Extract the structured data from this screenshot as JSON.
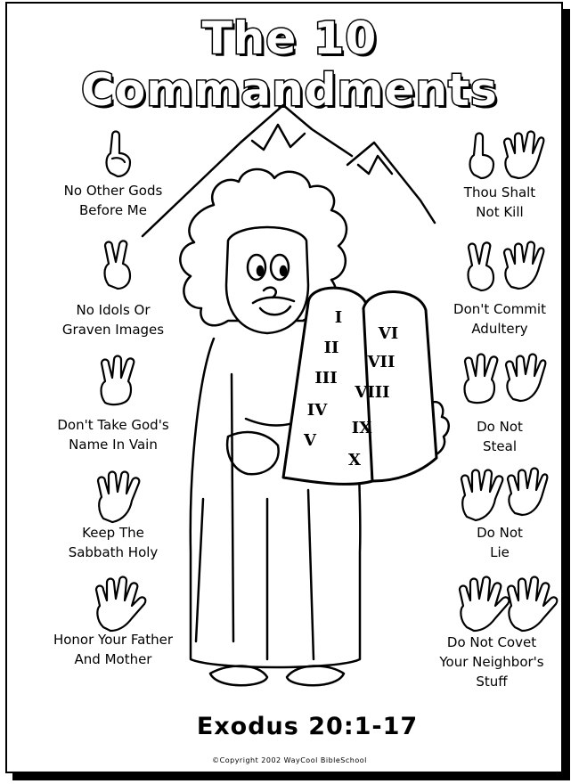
{
  "title": "The 10 Commandments",
  "left_commandments": [
    {
      "line1": "No Other Gods",
      "line2": "Before Me",
      "fingers": "one finger",
      "hand_icon": "one-finger-hand-icon"
    },
    {
      "line1": "No Idols Or",
      "line2": "Graven Images",
      "fingers": "two fingers",
      "hand_icon": "two-finger-hand-icon"
    },
    {
      "line1": "Don't Take God's",
      "line2": "Name In Vain",
      "fingers": "three fingers",
      "hand_icon": "three-finger-hand-icon"
    },
    {
      "line1": "Keep The",
      "line2": "Sabbath Holy",
      "fingers": "four fingers",
      "hand_icon": "four-finger-hand-icon"
    },
    {
      "line1": "Honor Your Father",
      "line2": "And Mother",
      "fingers": "five fingers",
      "hand_icon": "open-hand-icon"
    }
  ],
  "right_commandments": [
    {
      "line1": "Thou Shalt",
      "line2": "Not Kill",
      "hand_icon": "six-fingers-hands-icon"
    },
    {
      "line1": "Don't Commit",
      "line2": "Adultery",
      "hand_icon": "seven-fingers-hands-icon"
    },
    {
      "line1": "Do Not",
      "line2": "Steal",
      "hand_icon": "eight-fingers-hands-icon"
    },
    {
      "line1": "Do Not",
      "line2": "Lie",
      "hand_icon": "nine-fingers-hands-icon"
    },
    {
      "line1": "Do Not Covet",
      "line2": "Your Neighbor's",
      "line3": "Stuff",
      "hand_icon": "ten-fingers-hands-icon"
    }
  ],
  "tablets": {
    "left": [
      "I",
      "II",
      "III",
      "IV",
      "V"
    ],
    "right": [
      "VI",
      "VII",
      "VIII",
      "IX",
      "X"
    ]
  },
  "reference": "Exodus 20:1-17",
  "copyright": "©Copyright 2002 WayCool BibleSchool",
  "colors": {
    "ink": "#000000",
    "paper": "#ffffff"
  }
}
